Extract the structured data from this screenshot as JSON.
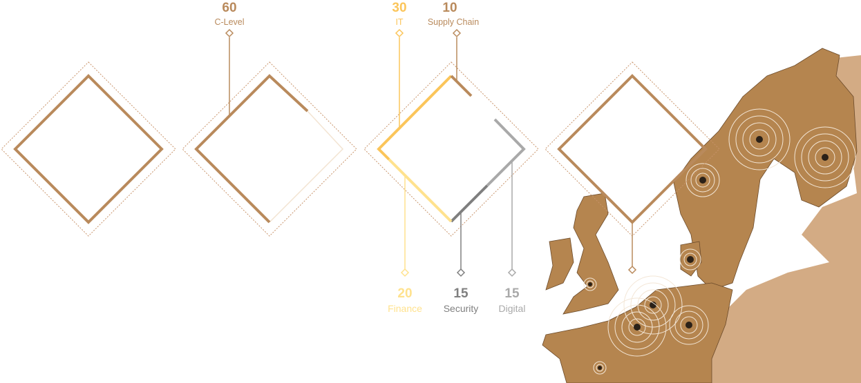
{
  "colors": {
    "brown": "#b98a5c",
    "it": "#fbc55a",
    "finance": "#ffe28e",
    "security": "#7f7f7f",
    "digital": "#a9a9a9",
    "map_land": "#b5854f",
    "map_far": "#d3ab84"
  },
  "labels": [
    {
      "key": "c_level",
      "value": "60",
      "name": "C-Level",
      "color": "#b98a5c"
    },
    {
      "key": "it",
      "value": "30",
      "name": "IT",
      "color": "#fbc55a"
    },
    {
      "key": "supply_chain",
      "value": "10",
      "name": "Supply Chain",
      "color": "#b98a5c"
    },
    {
      "key": "finance",
      "value": "20",
      "name": "Finance",
      "color": "#ffe28e"
    },
    {
      "key": "security",
      "value": "15",
      "name": "Security",
      "color": "#7f7f7f"
    },
    {
      "key": "digital",
      "value": "15",
      "name": "Digital",
      "color": "#a9a9a9"
    }
  ]
}
